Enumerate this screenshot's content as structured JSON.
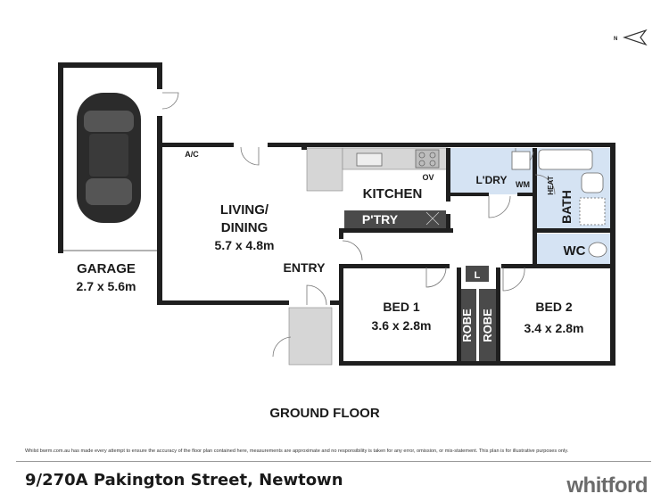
{
  "rooms": {
    "garage": {
      "name": "GARAGE",
      "size": "2.7 x 5.6m"
    },
    "living": {
      "name_line1": "LIVING/",
      "name_line2": "DINING",
      "size": "5.7 x 4.8m"
    },
    "kitchen": {
      "name": "KITCHEN"
    },
    "pantry": {
      "name": "P'TRY"
    },
    "laundry": {
      "name": "L'DRY"
    },
    "bath": {
      "name": "BATH"
    },
    "wc": {
      "name": "WC"
    },
    "entry": {
      "name": "ENTRY"
    },
    "bed1": {
      "name": "BED 1",
      "size": "3.6 x 2.8m"
    },
    "bed2": {
      "name": "BED 2",
      "size": "3.4 x 2.8m"
    },
    "linen": {
      "name": "L"
    },
    "robe1": {
      "name": "ROBE"
    },
    "robe2": {
      "name": "ROBE"
    }
  },
  "fixtures": {
    "ac": "A/C",
    "oven": "OV",
    "washer": "WM",
    "heater": "HEAT"
  },
  "floor_title": "GROUND FLOOR",
  "compass": {
    "label": "N"
  },
  "disclaimer": "Whilst bwrm.com.au has made every attempt to ensure the accuracy of the floor plan contained here, measurements are approximate and no responsibility is taken for any error, omission, or mis-statement. This plan is for illustrative purposes only.",
  "address": "9/270A Pakington Street, Newtown",
  "brand": "whitford",
  "colors": {
    "wall": "#1f1f1f",
    "wet_area": "#d5e3f3",
    "bench": "#d6d6d6",
    "robe": "#4a4a4a",
    "pantry": "#4a4a4a",
    "car": "#2b2b2b"
  }
}
